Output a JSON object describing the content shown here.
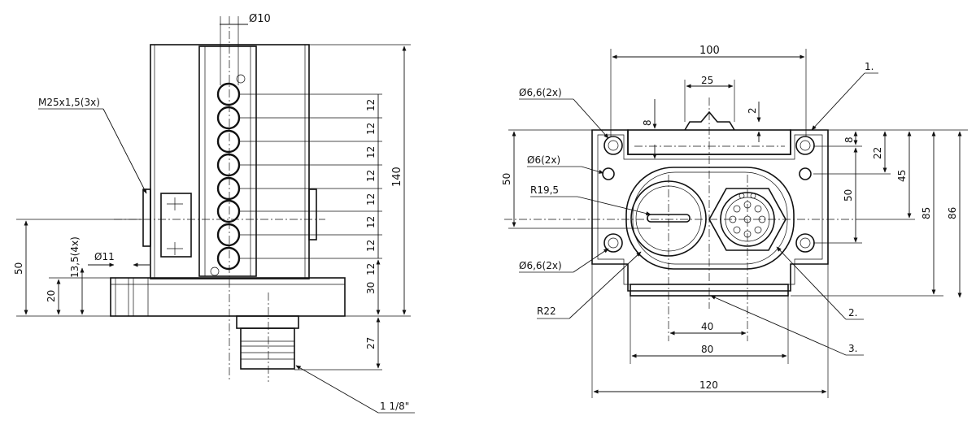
{
  "left_view": {
    "dia_10": "Ø10",
    "thread": "M25x1,5(3x)",
    "dim_140": "140",
    "pitch": [
      "12",
      "12",
      "12",
      "12",
      "12",
      "12",
      "12",
      "12"
    ],
    "dim_30": "30",
    "dim_27": "27",
    "dim_50": "50",
    "dim_20": "20",
    "dim_13_5": "13,5(4x)",
    "dia_11": "Ø11",
    "connector": "1 1/8\""
  },
  "right_view": {
    "dim_100": "100",
    "dim_25": "25",
    "dim_8_top": "8",
    "dim_2": "2",
    "dia_6_6_top": "Ø6,6(2x)",
    "dia_6": "Ø6(2x)",
    "r19_5": "R19,5",
    "dim_50_left": "50",
    "dia_6_6_bottom": "Ø6,6(2x)",
    "r22": "R22",
    "dim_8_right": "8",
    "dim_22": "22",
    "dim_45": "45",
    "dim_50_right": "50",
    "dim_85": "85",
    "dim_86": "86",
    "dim_40": "40",
    "dim_80": "80",
    "dim_120": "120",
    "callout_1": "1.",
    "callout_2": "2.",
    "callout_3": "3."
  }
}
